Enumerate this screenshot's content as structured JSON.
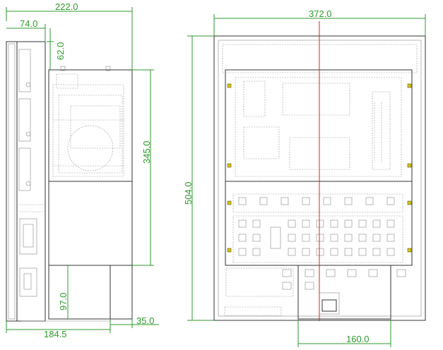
{
  "dimensions": {
    "side_total_width": "222.0",
    "side_panel_depth": "74.0",
    "side_top_offset": "62.0",
    "side_body_height": "345.0",
    "side_lower_height": "97.0",
    "side_base_width": "184.5",
    "side_bottom_step": "35.0",
    "front_width": "372.0",
    "front_height": "504.0",
    "front_bottom_width": "160.0"
  },
  "colors": {
    "dimension": "#2e9a2e",
    "outline": "#333333",
    "centerline": "#e0201e",
    "marker": "#d8c700"
  }
}
